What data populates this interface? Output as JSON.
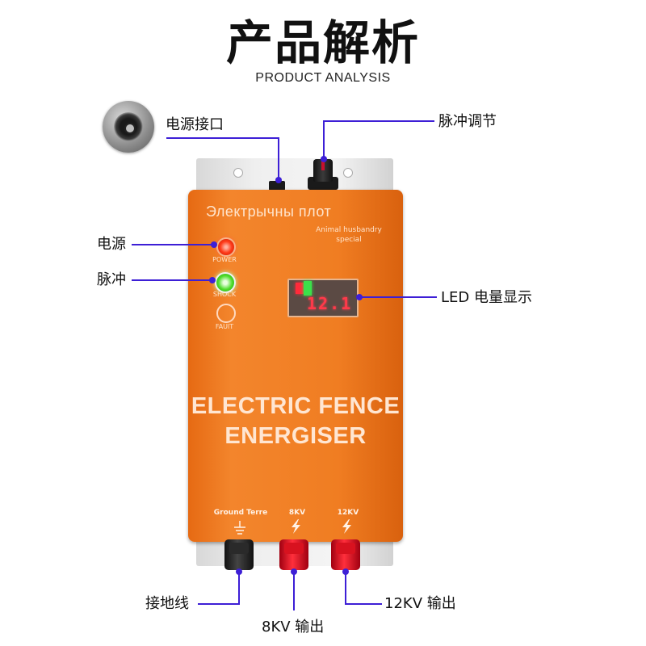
{
  "header": {
    "title": "产品解析",
    "subtitle": "PRODUCT ANALYSIS"
  },
  "callouts": {
    "power_port": "电源接口",
    "pulse_adjust": "脉冲调节",
    "power": "电源",
    "pulse": "脉冲",
    "led_display": "LED 电量显示",
    "ground": "接地线",
    "output_8kv": "8KV 输出",
    "output_12kv": "12KV 输出"
  },
  "device": {
    "brand": "Электрычны плот",
    "brand_sub_line1": "Animal husbandry",
    "brand_sub_line2": "special",
    "indicators": {
      "power": "POWER",
      "shock": "SHOCK",
      "fault": "FAUlT"
    },
    "display_value": "12.1",
    "name_line1": "ELECTRIC FENCE",
    "name_line2": "ENERGISER",
    "terminals": {
      "ground": "Ground Terre",
      "t8kv": "8KV",
      "t12kv": "12KV"
    },
    "colors": {
      "body": "#f07d22",
      "callout_line": "#3d1fd6",
      "power_led": "#ff3b1a",
      "shock_led": "#4ddc2a",
      "display_red": "#ff3a4a",
      "terminal_red": "#ff2f3c",
      "terminal_black": "#111111"
    },
    "icons": {
      "ground": "ground-symbol-icon",
      "lightning": "lightning-bolt-icon"
    }
  }
}
